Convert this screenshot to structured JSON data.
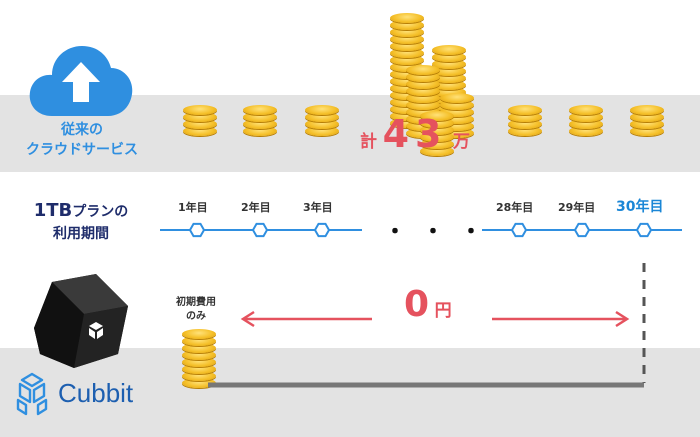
{
  "traditional": {
    "label_line1": "従来の",
    "label_line2": "クラウドサービス",
    "total_prefix": "計",
    "total_number": "43",
    "total_suffix": "万"
  },
  "plan": {
    "label_line1_main": "1TB",
    "label_line1_rest": "プランの",
    "label_line2": "利用期間",
    "years": [
      "1年目",
      "2年目",
      "3年目",
      "28年目",
      "29年目",
      "30年目"
    ],
    "ellipsis": "・・・"
  },
  "cubbit": {
    "brand_name": "Cubbit",
    "initial_cost_line1": "初期費用",
    "initial_cost_line2": "のみ",
    "cost_number": "0",
    "cost_suffix": "円"
  },
  "colors": {
    "accent_blue": "#2f8fe0",
    "navy": "#1f2d6b",
    "red": "#e5525e",
    "coin_gold": "#f5c02a",
    "band_gray": "#e3e3e3"
  },
  "icons": [
    "cloud-upload-icon",
    "cubbit-device-icon",
    "cubbit-logo-icon"
  ]
}
